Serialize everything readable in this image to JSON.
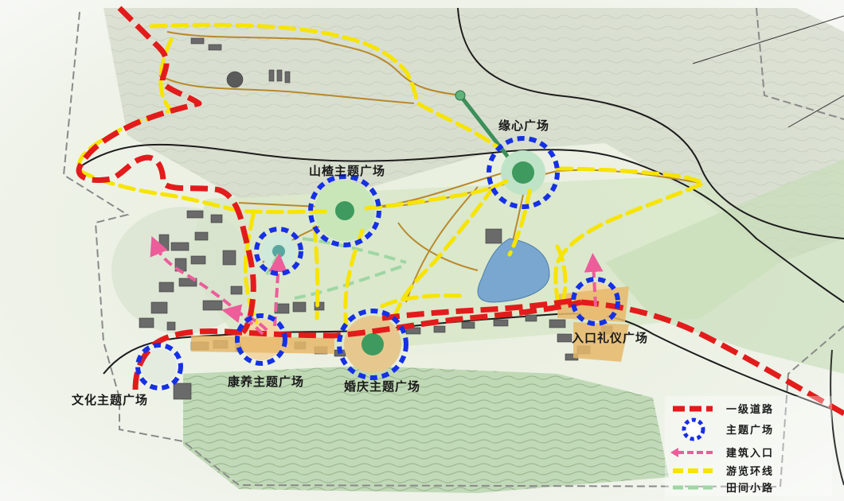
{
  "plazas": {
    "yuanxin": "缘心广场",
    "shancha": "山楂主题广场",
    "entrance": "入口礼仪广场",
    "kangyang": "康养主题广场",
    "hunqing": "婚庆主题广场",
    "wenhua": "文化主题广场"
  },
  "legend": {
    "primary_road": "一级道路",
    "theme_plaza": "主题广场",
    "building_entrance": "建筑入口",
    "tour_loop": "游览环线",
    "field_path": "田间小路"
  },
  "colors": {
    "primary_road": "#e31b1b",
    "theme_plaza": "#1530e6",
    "building_entrance": "#ec5d9a",
    "tour_loop": "#f7e400",
    "field_path": "#9fd6a4",
    "trail": "#b8892b",
    "boundary": "#8a8a8a",
    "valley": "#1c1c1c"
  },
  "icons": {
    "plaza_marker": "dashed-ring",
    "arrow": "arrow-head"
  }
}
